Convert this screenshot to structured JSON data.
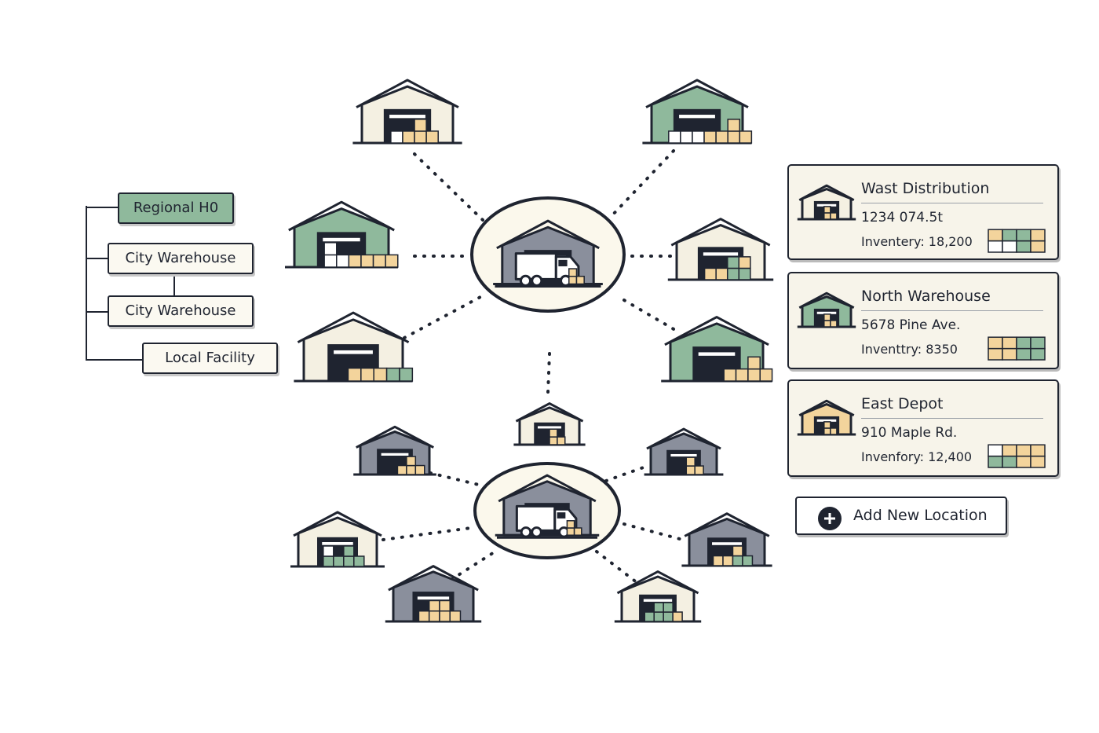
{
  "tree": {
    "nodes": [
      {
        "label": "Regional H0",
        "active": true
      },
      {
        "label": "City Warehouse",
        "active": false
      },
      {
        "label": "City Warehouse",
        "active": false
      },
      {
        "label": "Local Facility",
        "active": false
      }
    ]
  },
  "locations": [
    {
      "name": "Wast Distribution",
      "address": "1234 074.5t",
      "inventory": "Inventery: 18,200",
      "color": "#f4f0e2"
    },
    {
      "name": "North Warehouse",
      "address": "5678 Pine Ave.",
      "inventory": "Inventtry: 8350",
      "color": "#8fb99c"
    },
    {
      "name": "East Depot",
      "address": "910 Maple Rd.",
      "inventory": "Invenfory: 12,400",
      "color": "#f3d49c"
    }
  ],
  "add_location": {
    "label": "Add New Location"
  },
  "colors": {
    "outline": "#1f2430",
    "cream": "#f4f0e2",
    "green": "#8fb99c",
    "tan": "#f3d49c",
    "slate": "#8a8f9c",
    "hub_fill": "#fbf8ec"
  },
  "icons": [
    "warehouse-icon",
    "truck-icon",
    "plus-icon",
    "inventory-boxes-icon"
  ]
}
